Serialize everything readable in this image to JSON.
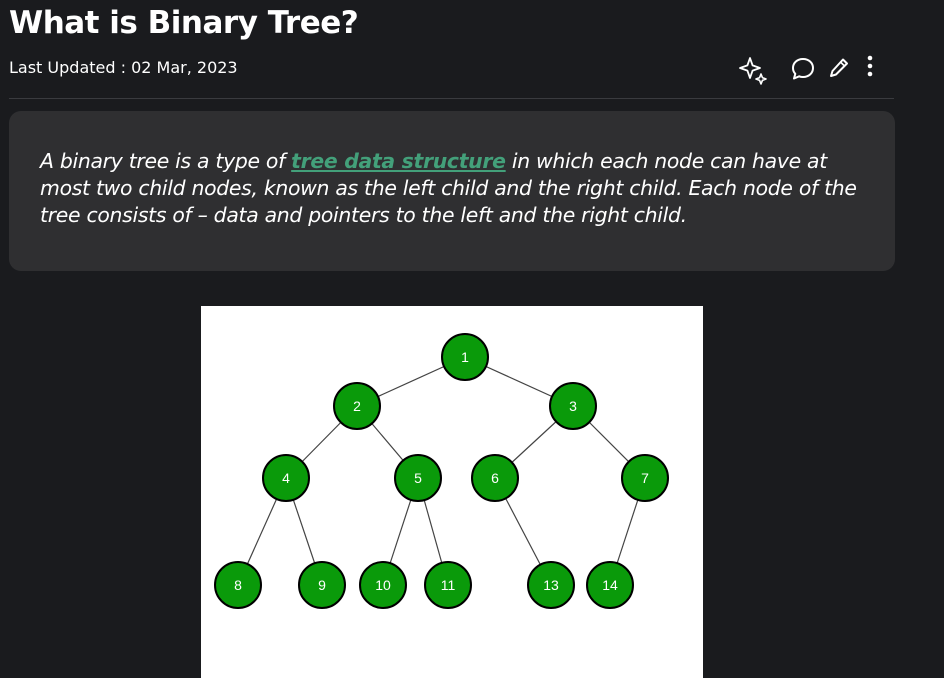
{
  "article": {
    "title": "What is Binary Tree?",
    "last_updated": "Last Updated : 02 Mar, 2023",
    "intro": {
      "before_link": "A binary tree is a type of ",
      "link_text": "tree data structure",
      "after_link": " in which each node can have at most two child nodes, known as the left child and the right child. Each node of the tree consists of – data and pointers to the left and the right child."
    }
  },
  "actions": [
    {
      "icon": "sparkle-icon",
      "name": "ai-assist-button"
    },
    {
      "icon": "comment-icon",
      "name": "comment-button"
    },
    {
      "icon": "pencil-icon",
      "name": "edit-button"
    },
    {
      "icon": "more-vertical-icon",
      "name": "more-options-button"
    }
  ],
  "colors": {
    "background": "#1a1b1e",
    "callout": "#2f2f31",
    "link": "#43a07a",
    "node_fill": "#0a9a0a",
    "node_stroke": "#000000"
  },
  "tree": {
    "nodes": [
      "1",
      "2",
      "3",
      "4",
      "5",
      "6",
      "7",
      "8",
      "9",
      "10",
      "11",
      "13",
      "14"
    ],
    "edges": [
      [
        "1",
        "2"
      ],
      [
        "1",
        "3"
      ],
      [
        "2",
        "4"
      ],
      [
        "2",
        "5"
      ],
      [
        "3",
        "6"
      ],
      [
        "3",
        "7"
      ],
      [
        "4",
        "8"
      ],
      [
        "4",
        "9"
      ],
      [
        "5",
        "10"
      ],
      [
        "5",
        "11"
      ],
      [
        "6",
        "13"
      ],
      [
        "7",
        "14"
      ]
    ]
  }
}
